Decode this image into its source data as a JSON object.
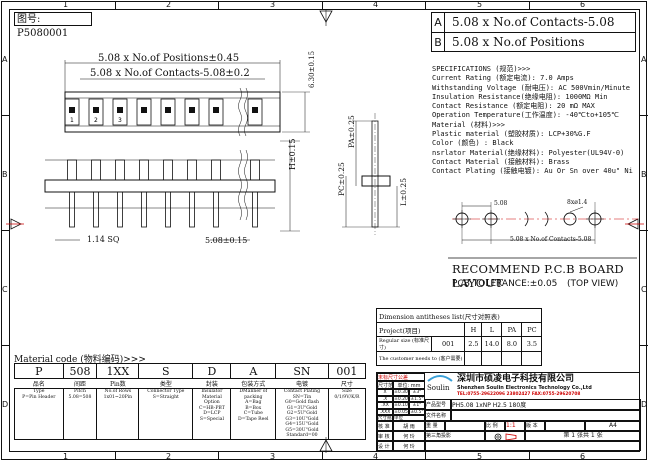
{
  "drawing_no": "图号: P5080001",
  "zones": {
    "columns": [
      "1",
      "2",
      "3",
      "4",
      "5",
      "6"
    ],
    "rows": [
      "A",
      "B",
      "C",
      "D"
    ]
  },
  "options": [
    {
      "key": "A",
      "value": "5.08 x No.of Contacts-5.08"
    },
    {
      "key": "B",
      "value": "5.08 x No.of Positions"
    }
  ],
  "dims": {
    "positions": "5.08 x No.of Positions±0.45",
    "contacts": "5.08 x No.of Contacts-5.08±0.2",
    "height": "6.30±0.15",
    "pa": "PA±0.25",
    "pc": "PC±0.25",
    "h": "H±0.15",
    "l": "L±0.25",
    "sq": "1.14 SQ",
    "pitch": "5.08±0.15",
    "pcb_pitch": "5.08",
    "hole": "1.4",
    "hole_prefix": "8x",
    "pcb_total": "5.08 x No.of Contacts-5.08"
  },
  "pin_numbers": [
    "1",
    "2",
    "3"
  ],
  "specifications": {
    "title": "SPECIFICATIONS (规范)>>>",
    "lines": [
      "Current Rating        (额定电流): 7.0 Amps",
      "Withstanding Voltage   (耐电压): AC 500Vmin/Minute",
      "Insulation Resistance(绝缘电阻): 1000MΩ  Min",
      "Contact Resistance   (额定电阻): 20 mΩ  MAX",
      "Operation Temperature(工作温度): -40℃to+105℃",
      "Material (材料)>>>",
      "Plastic material (塑胶材质): LCP+30%G.F",
      "Color (颜色)              : Black",
      "nsrlator Material(绝缘材料): Polyester(UL94V-0)",
      "Contact Material (接触材料): Brass",
      "Contact Plating  (接触电镀): Au Or Sn over 40u\" Ni"
    ]
  },
  "pcb_layout": {
    "title": "RECOMMEND P.C.B BOARD LAYOUT",
    "tolerance": "PCB TOLERANCE:±0.05",
    "view": "(TOP VIEW)"
  },
  "dimension_table": {
    "title": "Dimension antitheses list(尺寸对照表)",
    "headers": [
      "Project(项目)",
      "H",
      "L",
      "PA",
      "PC"
    ],
    "rows": [
      {
        "label": "Regular size (标准尺寸)",
        "code": "001",
        "values": [
          "2.5",
          "14.0",
          "8.0",
          "3.5"
        ]
      }
    ],
    "note": "The customer needs to (客户需要)"
  },
  "material_code": {
    "title": "Material code (物料编码)>>>",
    "codes": [
      "P",
      "508",
      "1XX",
      "S",
      "D",
      "A",
      "SN",
      "001"
    ],
    "headings": [
      "品名",
      "间距",
      "Pin数",
      "类型",
      "封装",
      "包装方式",
      "电镀",
      "尺寸"
    ],
    "descriptions": [
      "Type\nP=Pin Header",
      "Pitch\n5.08=508",
      "No.of Rows\n1x01~20Pin",
      "Connector Type\nS=Straight",
      "Insulator\nMaterial\nOption\nC=HB-PBT\nD=LCP\nS=Special",
      "DManner of\npacking\nA=Bag\nB=Box\nC=Tube\nD=Tape Reel",
      "Contact Plating\nSN=Tin\nG0=Gold flash\nG1=3U\"Gold\nG2=5U\"Gold\nG3=10U\"Gold\nG4=15U\"Gold\nG5=30U\"Gold\nStandard=00",
      "Size\n0/1/9V/K/R"
    ]
  },
  "title_block": {
    "tolerance_header": "末标尺寸公差",
    "unit_hint": "单位: mm",
    "scale_hint": "尺寸范围",
    "tol_rows": [
      {
        "range": "X",
        "tol": "±0.30",
        "ang": "±3°"
      },
      {
        "range": ".X",
        "tol": "±0.20",
        "ang": "±1.5°"
      },
      {
        "range": ".XX",
        "tol": "±0.10",
        "ang": "±1°"
      },
      {
        "range": ".XXX",
        "tol": "±0.05",
        "ang": "±0.5°"
      }
    ],
    "left_labels": [
      "尺寸规格",
      "单位",
      "核 准",
      "审 核",
      "设 计"
    ],
    "designers": [
      "胡 雨",
      "何 玲",
      "何 玲"
    ],
    "company_cn": "深圳市硕凌电子科技有限公司",
    "company_en": "Shenzhen Soulin Electronics Technology Co.,Ltd",
    "brand": "Soulin",
    "tel": "TEL:0755-29622096 23802427  FAX:0755-29620708",
    "product_label": "产品型号",
    "product_name": "PH5.08 1xNP H2.5 180度",
    "material_label": "文件名称",
    "sheet_labels": [
      "重 量",
      "比 例",
      "1:1",
      "版 本",
      "A4"
    ],
    "angle_label": "第三角投影",
    "page": "第 1 张共 1 张"
  }
}
